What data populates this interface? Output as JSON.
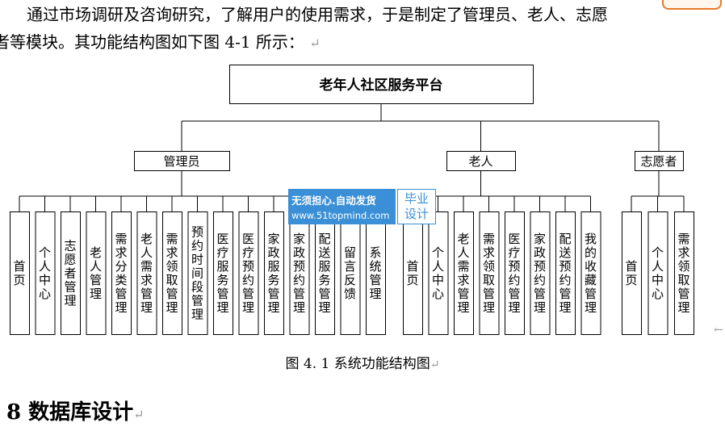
{
  "document": {
    "paragraph_line1": "通过市场调研及咨询研究，了解用户的使用需求，于是制定了管理员、老人、志愿",
    "paragraph_line2": "者等模块。其功能结构图如下图 4-1 所示：",
    "caption": "图 4. 1 系统功能结构图",
    "next_heading": "8  数据库设计",
    "para_mark": "↵",
    "side_mark": "←"
  },
  "diagram": {
    "root": "老年人社区服务平台",
    "roles": [
      {
        "name": "管理员",
        "modules": [
          "首页",
          "个人中心",
          "志愿者管理",
          "老人管理",
          "需求分类管理",
          "老人需求管理",
          "需求领取管理",
          "预约时间段管理",
          "医疗服务管理",
          "医疗预约管理",
          "家政服务管理",
          "家政预约管理",
          "配送服务管理",
          "留言反馈",
          "系统管理"
        ]
      },
      {
        "name": "老人",
        "modules": [
          "首页",
          "个人中心",
          "老人需求管理",
          "需求领取管理",
          "医疗预约管理",
          "家政预约管理",
          "配送预约管理",
          "我的收藏管理"
        ]
      },
      {
        "name": "志愿者",
        "modules": [
          "首页",
          "个人中心",
          "需求领取管理"
        ]
      }
    ]
  },
  "watermark": {
    "line1": "无须担心.自动发货",
    "line2": "www.51topmind.com",
    "badge_line1": "毕业",
    "badge_line2": "设计"
  }
}
